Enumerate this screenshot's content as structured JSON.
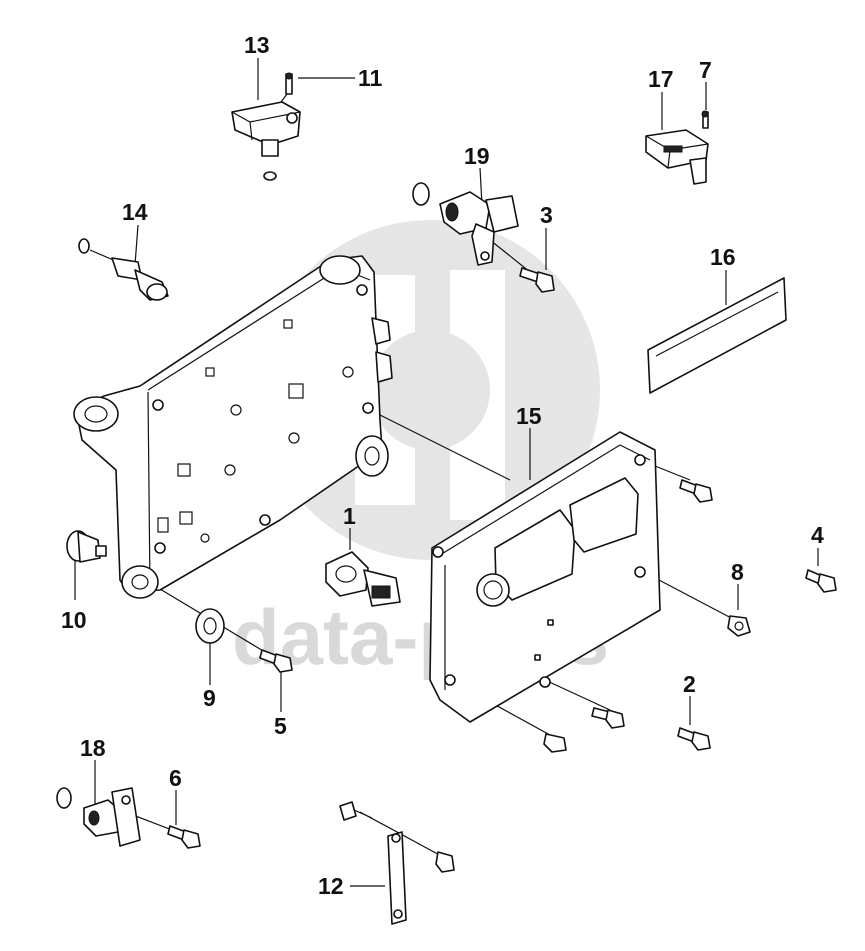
{
  "watermark": {
    "text": "data-parts",
    "logo": "gb-logo"
  },
  "callouts": [
    {
      "id": "c1",
      "label": "1"
    },
    {
      "id": "c2",
      "label": "2"
    },
    {
      "id": "c3",
      "label": "3"
    },
    {
      "id": "c4",
      "label": "4"
    },
    {
      "id": "c5",
      "label": "5"
    },
    {
      "id": "c6",
      "label": "6"
    },
    {
      "id": "c7",
      "label": "7"
    },
    {
      "id": "c8",
      "label": "8"
    },
    {
      "id": "c9",
      "label": "9"
    },
    {
      "id": "c10",
      "label": "10"
    },
    {
      "id": "c11",
      "label": "11"
    },
    {
      "id": "c12",
      "label": "12"
    },
    {
      "id": "c13",
      "label": "13"
    },
    {
      "id": "c14",
      "label": "14"
    },
    {
      "id": "c15",
      "label": "15"
    },
    {
      "id": "c16",
      "label": "16"
    },
    {
      "id": "c17",
      "label": "17"
    },
    {
      "id": "c18",
      "label": "18"
    },
    {
      "id": "c19",
      "label": "19"
    }
  ]
}
